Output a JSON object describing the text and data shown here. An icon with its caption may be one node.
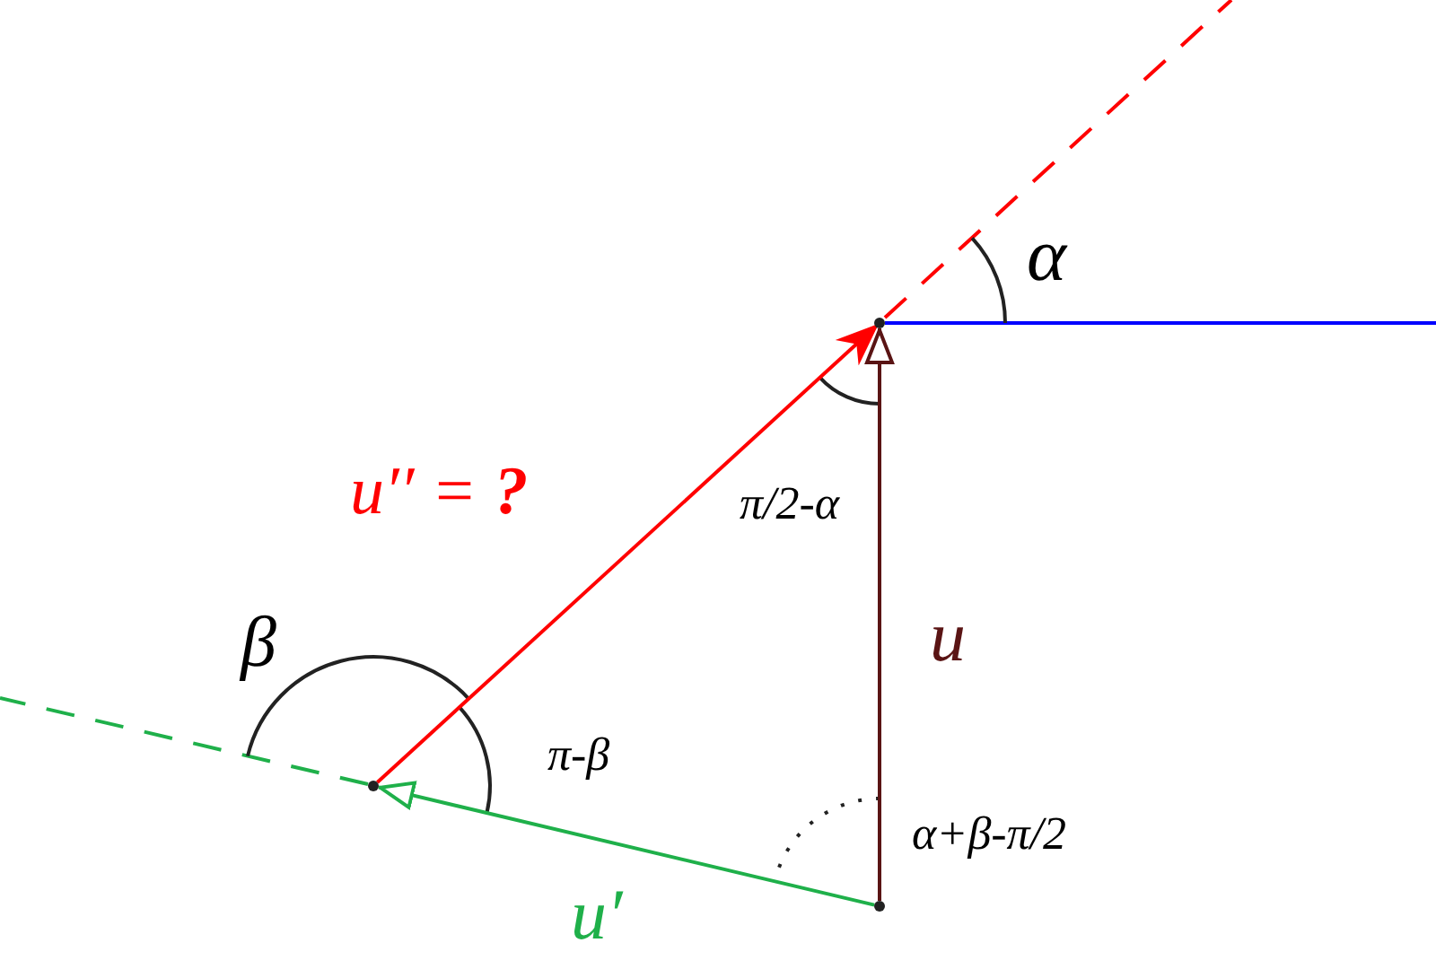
{
  "diagram": {
    "nodes": [
      {
        "text": [],
        "shape": "point"
      },
      {
        "text": [],
        "shape": "point"
      },
      {
        "text": [],
        "shape": "point"
      }
    ],
    "edges": [
      {
        "from": 1,
        "to": 0,
        "arrow": "to",
        "label": "u",
        "color": "#5a1414"
      },
      {
        "from": 1,
        "to": 2,
        "arrow": "to",
        "label": "u′",
        "color": "#1fb04a"
      },
      {
        "from": 2,
        "to": 0,
        "arrow": "to",
        "label": "u′′ = **?**",
        "color": "#ff0000"
      }
    ],
    "labels": [
      "α",
      "π/2-α",
      "β",
      "π-β",
      "α+β-π/2"
    ]
  }
}
